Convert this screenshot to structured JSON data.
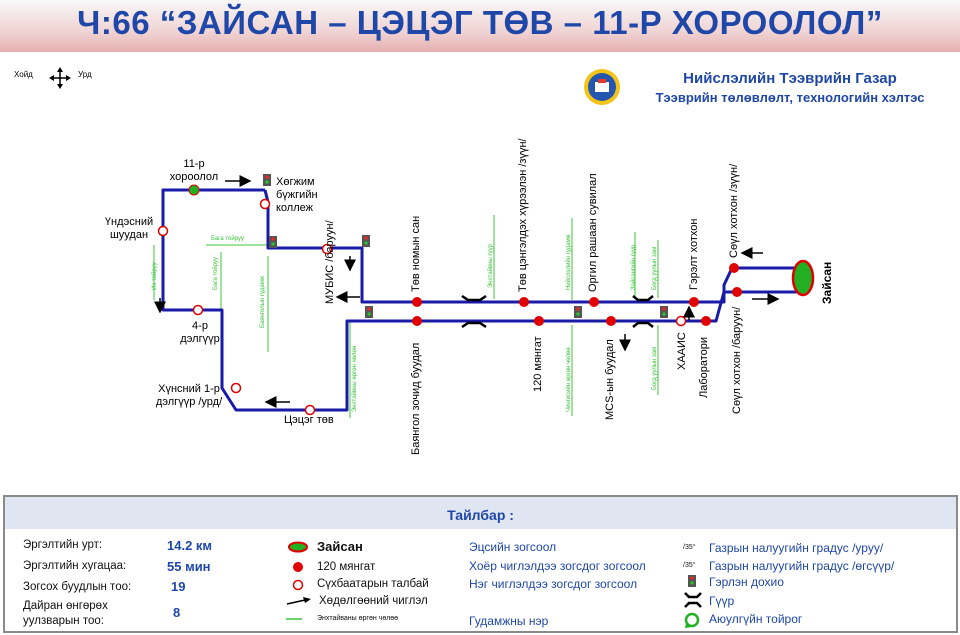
{
  "title": "Ч:66 “ЗАЙСАН – ЦЭЦЭГ ТӨВ – 11-Р ХОРООЛОЛ”",
  "compass": {
    "left": "Хойд",
    "right": "Урд"
  },
  "organization": {
    "name": "Нийслэлийн Тээврийн Газар",
    "department": "Тээврийн төлөвлөлт, технологийн хэлтэс"
  },
  "stops": {
    "khoroolol_11": [
      "11-р",
      "хороолол"
    ],
    "khogjim": [
      "Хөгжим",
      "бүжгийн",
      "коллеж"
    ],
    "undsen_shuudan": [
      "Үндэсний",
      "шуудан"
    ],
    "delguur_4": [
      "4-р",
      "дэлгүүр"
    ],
    "khunsnii": [
      "Хүнсний 1-р",
      "дэлгүүр /урд/"
    ],
    "tsetseg_tuv": "Цэцэг төв",
    "mubis": "МУБИС /баруун/",
    "tuv_nomiin_san": "Төв номын сан",
    "bayangol_zochid": "Баянгол зочид буудал",
    "tuv_tsengeldekh": "Төв цэнгэлдэх хүрээлэн /зүүн/",
    "mangat_120": "120 мянгат",
    "orgil_rashaan": "Оргил рашаан сувилал",
    "mcs_buudal": "MCS-ын буудал",
    "gerelt_khotkhon": "Гэрэлт хотхон",
    "haais": "ХААИС",
    "laboratori": "Лаборатори",
    "seul_zuun": "Сөүл хотхон /зүүн/",
    "seul_baruun": "Сөүл хотхон /баруун/",
    "zaisan": "Зайсан"
  },
  "streets": {
    "baga_toiruu_1": "Бага тойруу",
    "baga_toiruu_2": "Бага тойруу",
    "ikh_toiruu": "Их тойруу",
    "bayangolin_gudamj": "Баянголын гудамж",
    "enkhtaivan_guur": "Энхтайвны гүүр",
    "enkhtaivan_urgun_1": "Энхтайвны өргөн чөлөө",
    "naisluliin_gudamj": "Нийслэлийн гудамж",
    "chingisiin_urgun": "Чингисийн өргөн чөлөө",
    "zaisan_guur": "Зайсангийн гүүр",
    "bogd_ulaan_1": "Богд уулын зам",
    "bogd_ulaan_2": "Богд уулын зам"
  },
  "legend": {
    "heading": "Тайлбар :",
    "route_length_label": "Эргэлтийн урт:",
    "route_length_value": "14.2 км",
    "route_duration_label": "Эргэлтийн хугацаа:",
    "route_duration_value": "55 мин",
    "stop_count_label": "Зогсох буудлын тоо:",
    "stop_count_value": "19",
    "intersection_label_1": "Дайран өнгөрөх",
    "intersection_label_2": "уулзварын тоо:",
    "intersection_value": "8",
    "terminal": "Зайсан",
    "stop_120": "120 мянгат",
    "stop_sukhbaatar": "Сүхбаатарын талбай",
    "direction": "Хөдөлгөөний чиглэл",
    "street_sample": "Энхтайваны өргөн чөлөө",
    "terminal_stop": "Эцсийн зогсоол",
    "two_way_stop": "Хоёр чиглэлдээ зогсдог зогсоол",
    "one_way_stop": "Нэг чиглэлдээ зогсдог зогсоол",
    "street_name": "Гудамжны нэр",
    "slope_down": "Газрын налуугийн градус /уруу/",
    "slope_up": "Газрын налуугийн градус /өгсүүр/",
    "slope_symbol": "/35°",
    "traffic_light": "Гэрлэн дохио",
    "bridge": "Гүүр",
    "roundabout": "Аюулгүйн тойрог"
  },
  "colors": {
    "route": "#1a1aa8",
    "stop": "#e00000",
    "terminal": "#22b022",
    "street": "#3cc43c",
    "title": "#1f47a8"
  }
}
